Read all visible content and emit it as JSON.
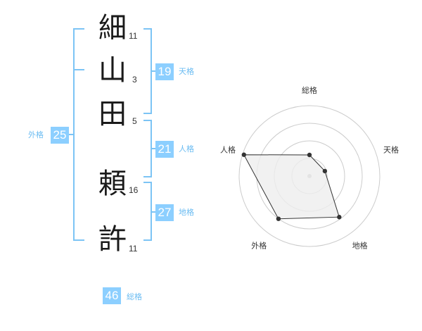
{
  "name_chars": [
    {
      "char": "細",
      "strokes": "11"
    },
    {
      "char": "山",
      "strokes": "3"
    },
    {
      "char": "田",
      "strokes": "5"
    },
    {
      "char": "頼",
      "strokes": "16"
    },
    {
      "char": "許",
      "strokes": "11"
    }
  ],
  "kaku": {
    "tenkaku": {
      "value": "19",
      "label": "天格"
    },
    "jinkaku": {
      "value": "21",
      "label": "人格"
    },
    "chikaku": {
      "value": "27",
      "label": "地格"
    },
    "gaikaku": {
      "value": "25",
      "label": "外格"
    },
    "soukaku": {
      "value": "46",
      "label": "総格"
    }
  },
  "chart_data": {
    "type": "radar",
    "axes": [
      "総格",
      "天格",
      "地格",
      "外格",
      "人格"
    ],
    "values": [
      0.3,
      0.23,
      0.72,
      0.75,
      0.98
    ],
    "rings": 4,
    "colors": {
      "fill": "#eeeeee",
      "stroke": "#333333",
      "grid": "#cccccc",
      "point": "#333333",
      "center": "#bbbbbb"
    }
  },
  "colors": {
    "accent": "#8ccfff",
    "bracket": "#7cc4f5"
  }
}
